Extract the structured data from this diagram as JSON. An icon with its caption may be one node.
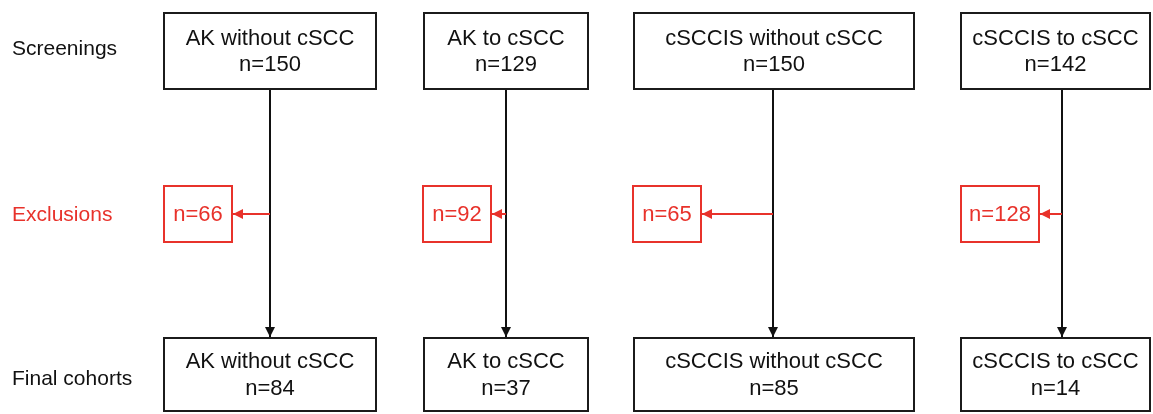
{
  "diagram": {
    "nodes": [
      {
        "text": [
          "AK without cSCC",
          "n=150"
        ]
      },
      {
        "text": [
          "AK to cSCC",
          "n=129"
        ]
      },
      {
        "text": [
          "cSCCIS without cSCC",
          "n=150"
        ]
      },
      {
        "text": [
          "cSCCIS to cSCC",
          "n=142"
        ]
      },
      {
        "text": [
          "n=66"
        ]
      },
      {
        "text": [
          "n=92"
        ]
      },
      {
        "text": [
          "n=65"
        ]
      },
      {
        "text": [
          "n=128"
        ]
      },
      {
        "text": [
          "AK without cSCC",
          "n=84"
        ]
      },
      {
        "text": [
          "AK to cSCC",
          "n=37"
        ]
      },
      {
        "text": [
          "cSCCIS without cSCC",
          "n=85"
        ]
      },
      {
        "text": [
          "cSCCIS to cSCC",
          "n=14"
        ]
      }
    ],
    "edges": [
      {
        "from": 0,
        "to": 8,
        "arrow": "to"
      },
      {
        "from": 1,
        "to": 9,
        "arrow": "to"
      },
      {
        "from": 2,
        "to": 10,
        "arrow": "to"
      },
      {
        "from": 3,
        "to": 11,
        "arrow": "to"
      },
      {
        "from": null,
        "to": 4,
        "arrow": "to",
        "color": "#e8322b"
      },
      {
        "from": null,
        "to": 5,
        "arrow": "to",
        "color": "#e8322b"
      },
      {
        "from": null,
        "to": 6,
        "arrow": "to",
        "color": "#e8322b"
      },
      {
        "from": null,
        "to": 7,
        "arrow": "to",
        "color": "#e8322b"
      }
    ],
    "labels": [
      "Screenings",
      "Exclusions",
      "Final cohorts"
    ]
  }
}
